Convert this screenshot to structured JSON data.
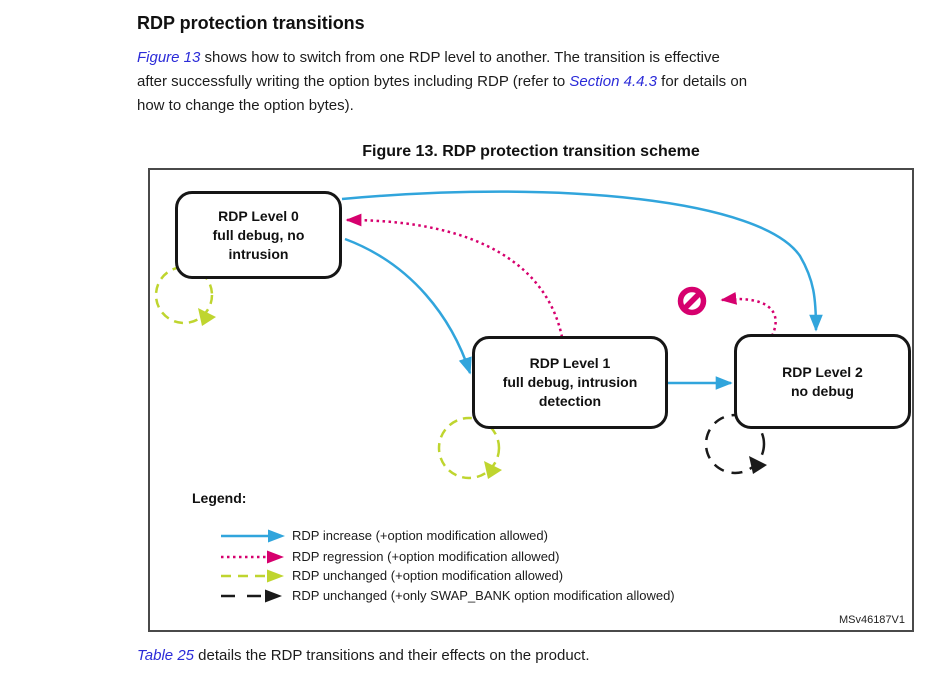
{
  "document": {
    "heading": "RDP protection transitions",
    "intro": {
      "link_figure": "Figure 13",
      "text_a": " shows how to switch from one RDP level to another. The transition is effective\nafter successfully writing the option bytes including RDP (refer to ",
      "link_section": "Section 4.4.3",
      "text_b": " for details on\nhow to change the option bytes)."
    },
    "outro": {
      "link_table": "Table 25",
      "text": " details the RDP transitions and their effects on the product."
    }
  },
  "figure": {
    "caption": "Figure 13. RDP protection transition scheme",
    "watermark": "MSv46187V1",
    "boxes": {
      "level0": {
        "line1": "RDP Level 0",
        "line2": "full debug, no",
        "line3": "intrusion"
      },
      "level1": {
        "line1": "RDP Level 1",
        "line2": "full debug, intrusion",
        "line3": "detection"
      },
      "level2": {
        "line1": "RDP Level 2",
        "line2": "no debug"
      }
    },
    "legend": {
      "title": "Legend:",
      "items": [
        {
          "kind": "rdp-increase",
          "label": "RDP increase (+option modification allowed)"
        },
        {
          "kind": "rdp-regression",
          "label": "RDP regression (+option modification allowed)"
        },
        {
          "kind": "rdp-unchanged",
          "label": "RDP unchanged (+option modification allowed)"
        },
        {
          "kind": "rdp-unchanged-swap",
          "label": "RDP unchanged (+only SWAP_BANK option modification allowed)"
        }
      ]
    },
    "colors": {
      "increase": "#31A5DC",
      "regression": "#D6006E",
      "unchanged": "#BFD52F",
      "unchanged_swap": "#1A1A1A",
      "link": "#2B2BD8"
    }
  }
}
